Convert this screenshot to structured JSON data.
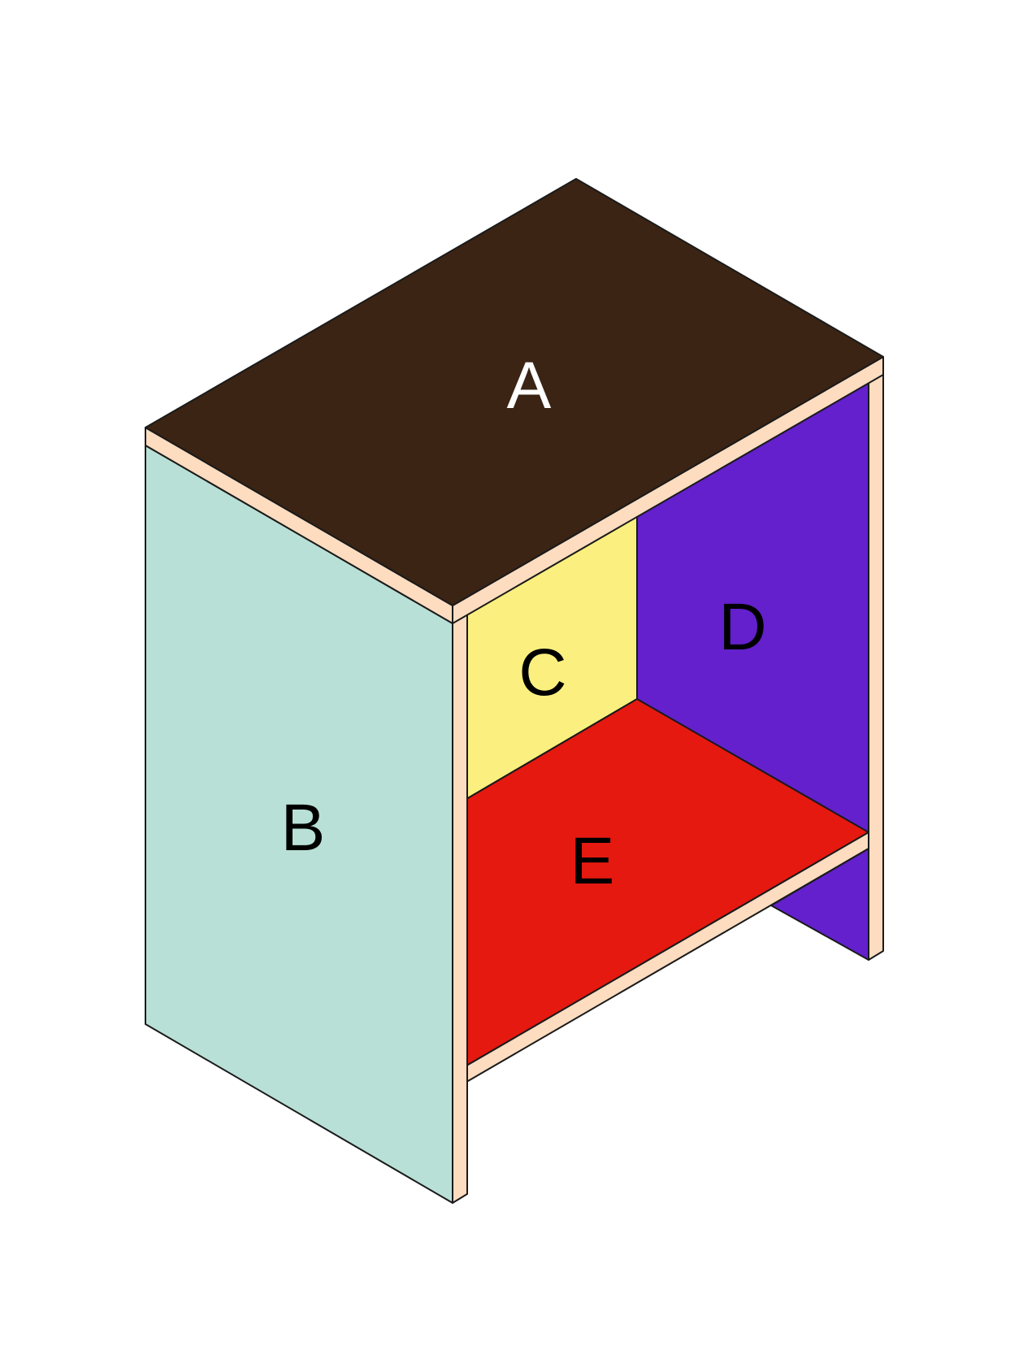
{
  "colors": {
    "edge": "#fddcc0",
    "outline": "#1a1a1a",
    "panel_a": "#3b2414",
    "panel_b": "#b8e0d6",
    "panel_c": "#fbf07f",
    "panel_d": "#6320cc",
    "panel_e": "#e51910"
  },
  "labels": {
    "a": "A",
    "b": "B",
    "c": "C",
    "d": "D",
    "e": "E"
  }
}
